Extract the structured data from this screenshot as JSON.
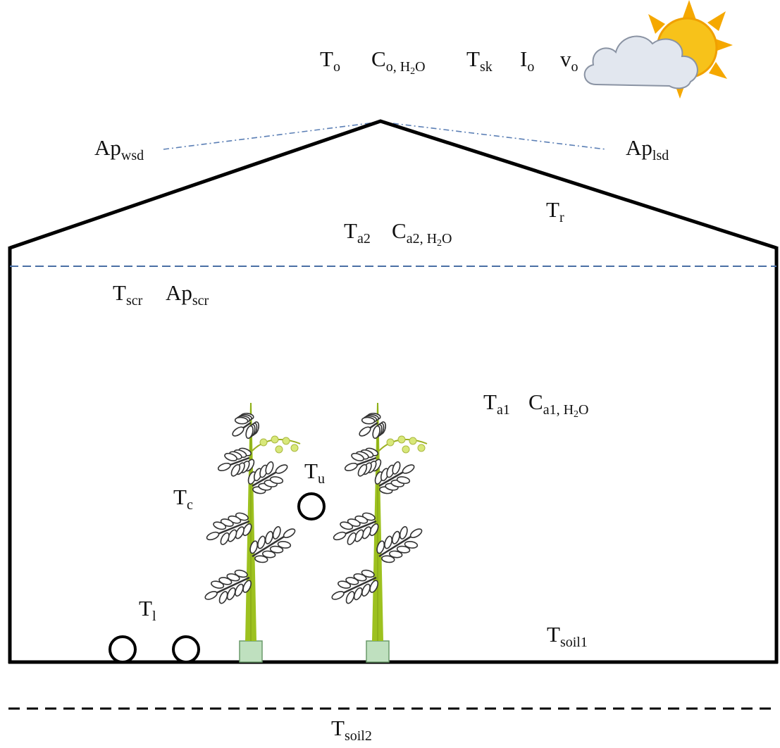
{
  "outside": {
    "t_o": {
      "main": "T",
      "sub": "o"
    },
    "c_o": {
      "main": "C",
      "sub": "o, H",
      "sub2": "2",
      "tail": "O"
    },
    "t_sk": {
      "main": "T",
      "sub": "sk"
    },
    "i_o": {
      "main": "I",
      "sub": "o"
    },
    "v_o": {
      "main": "v",
      "sub": "o"
    }
  },
  "roof": {
    "ap_wsd": {
      "main": "Ap",
      "sub": "wsd"
    },
    "ap_lsd": {
      "main": "Ap",
      "sub": "lsd"
    },
    "t_r": {
      "main": "T",
      "sub": "r"
    },
    "t_a2": {
      "main": "T",
      "sub": "a2"
    },
    "c_a2": {
      "main": "C",
      "sub": "a2, H",
      "sub2": "2",
      "tail": "O"
    }
  },
  "screen": {
    "t_scr": {
      "main": "T",
      "sub": "scr"
    },
    "ap_scr": {
      "main": "Ap",
      "sub": "scr"
    }
  },
  "interior": {
    "t_a1": {
      "main": "T",
      "sub": "a1"
    },
    "c_a1": {
      "main": "C",
      "sub": "a1, H",
      "sub2": "2",
      "tail": "O"
    },
    "t_c": {
      "main": "T",
      "sub": "c"
    },
    "t_u": {
      "main": "T",
      "sub": "u"
    },
    "t_l": {
      "main": "T",
      "sub": "l"
    },
    "t_soil1": {
      "main": "T",
      "sub": "soil1"
    }
  },
  "soil": {
    "t_soil2": {
      "main": "T",
      "sub": "soil2"
    }
  },
  "colors": {
    "structure": "#000000",
    "screen_line": "#4a6fa5",
    "vent_line": "#5b7fb5",
    "stem": "#9dc11f",
    "pot": "#bfe0bf",
    "leaf": "#333333",
    "flower": "#d8e87a",
    "sun": "#f5b100",
    "cloud": "#dfe5ee"
  },
  "icons": [
    "sun-icon",
    "cloud-icon",
    "heating-pipe-icon",
    "plant-icon"
  ]
}
